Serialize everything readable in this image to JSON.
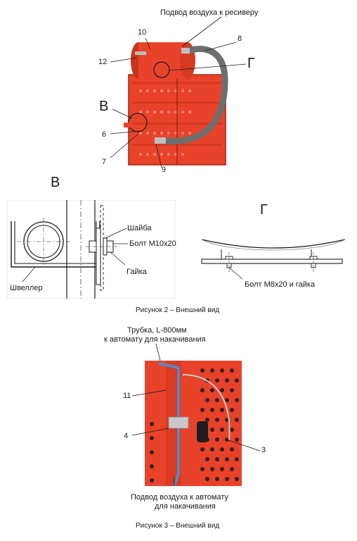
{
  "figure2": {
    "photo_labels": {
      "air_to_receiver": "Подвод воздуха к ресиверу",
      "n10": "10",
      "n8": "8",
      "n12": "12",
      "view_g": "Г",
      "view_v": "В",
      "n6": "6",
      "n7": "7",
      "n9": "9"
    },
    "detail_v": {
      "title": "В",
      "washer": "Шайба",
      "bolt": "Болт M10x20",
      "nut": "Гайка",
      "channel": "Швеллер"
    },
    "detail_g": {
      "title": "Г",
      "bolt_nut": "Болт M8x20 и гайка"
    },
    "caption": "Рисунок 2 – Внешний вид"
  },
  "figure3": {
    "tube_line1": "Трубка, L-800мм",
    "tube_line2": "к автомату для накачивания",
    "n11": "11",
    "n4": "4",
    "n3": "3",
    "air_line1": "Подвод воздуха к автомату",
    "air_line2": "для накачивания",
    "caption": "Рисунок 3 – Внешний вид"
  },
  "colors": {
    "equipment_red": "#e8432a",
    "hose_gray": "#6e6e6e",
    "line_black": "#1a1a1a"
  }
}
